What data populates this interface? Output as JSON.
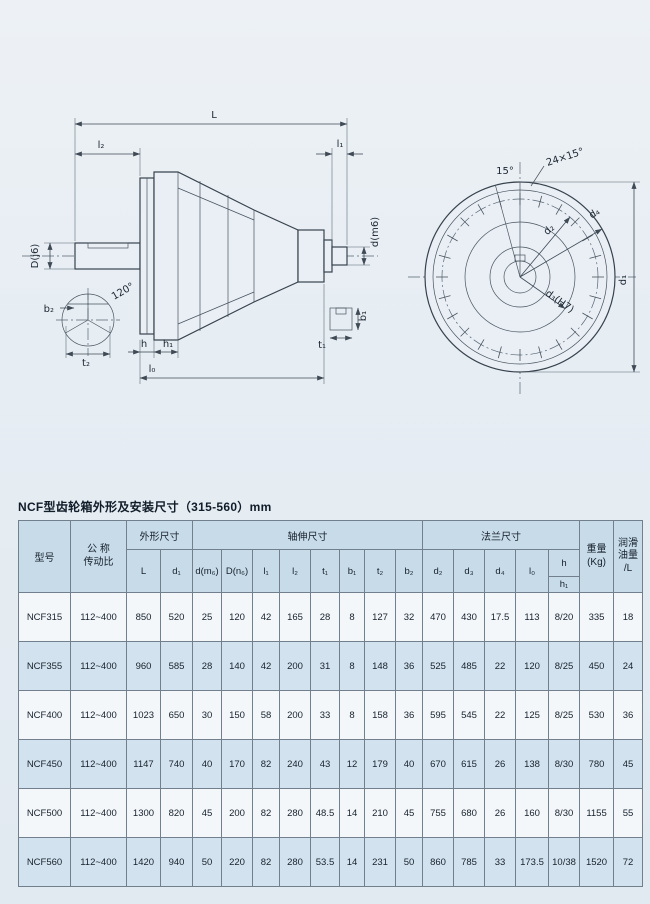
{
  "page": {
    "title": "NCF型齿轮箱外形及安装尺寸（315-560）mm"
  },
  "drawing": {
    "labels": {
      "L": "L",
      "l2": "l₂",
      "l1": "l₁",
      "Dj6": "D(j6)",
      "dm6": "d(m6)",
      "angle120": "120°",
      "b2": "b₂",
      "t2": "t₂",
      "h": "h",
      "h1": "h₁",
      "l0": "l₀",
      "t1": "t₁",
      "b1": "b₁",
      "holes": "24×15°",
      "angle15": "15°",
      "d4": "d₄",
      "d2": "d₂",
      "d1": "d₁",
      "d3": "d₃(H7)"
    }
  },
  "table": {
    "headers": {
      "model": "型号",
      "ratio": "公 称\n传动比",
      "overall": "外形尺寸",
      "shaft": "轴伸尺寸",
      "flange": "法兰尺寸",
      "weight": "重量\n(Kg)",
      "oil": "润滑\n油量\n/L",
      "cols": {
        "L": "L",
        "d1": "d₁",
        "dm6": "d(m₆)",
        "Dn6": "D(n₆)",
        "l1": "l₁",
        "l2": "l₂",
        "t1": "t₁",
        "b1": "b₁",
        "t2": "t₂",
        "b2": "b₂",
        "d2": "d₂",
        "d3": "d₃",
        "d4": "d₄",
        "l0": "l₀",
        "h": "h",
        "h1": "h₁"
      }
    },
    "rows": [
      {
        "model": "NCF315",
        "ratio": "112~400",
        "values": [
          "850",
          "520",
          "25",
          "120",
          "42",
          "165",
          "28",
          "8",
          "127",
          "32",
          "470",
          "430",
          "17.5",
          "113",
          "8/20",
          "335",
          "18"
        ]
      },
      {
        "model": "NCF355",
        "ratio": "112~400",
        "values": [
          "960",
          "585",
          "28",
          "140",
          "42",
          "200",
          "31",
          "8",
          "148",
          "36",
          "525",
          "485",
          "22",
          "120",
          "8/25",
          "450",
          "24"
        ]
      },
      {
        "model": "NCF400",
        "ratio": "112~400",
        "values": [
          "1023",
          "650",
          "30",
          "150",
          "58",
          "200",
          "33",
          "8",
          "158",
          "36",
          "595",
          "545",
          "22",
          "125",
          "8/25",
          "530",
          "36"
        ]
      },
      {
        "model": "NCF450",
        "ratio": "112~400",
        "values": [
          "1147",
          "740",
          "40",
          "170",
          "82",
          "240",
          "43",
          "12",
          "179",
          "40",
          "670",
          "615",
          "26",
          "138",
          "8/30",
          "780",
          "45"
        ]
      },
      {
        "model": "NCF500",
        "ratio": "112~400",
        "values": [
          "1300",
          "820",
          "45",
          "200",
          "82",
          "280",
          "48.5",
          "14",
          "210",
          "45",
          "755",
          "680",
          "26",
          "160",
          "8/30",
          "1155",
          "55"
        ]
      },
      {
        "model": "NCF560",
        "ratio": "112~400",
        "values": [
          "1420",
          "940",
          "50",
          "220",
          "82",
          "280",
          "53.5",
          "14",
          "231",
          "50",
          "860",
          "785",
          "33",
          "173.5",
          "10/38",
          "1520",
          "72"
        ]
      }
    ]
  }
}
